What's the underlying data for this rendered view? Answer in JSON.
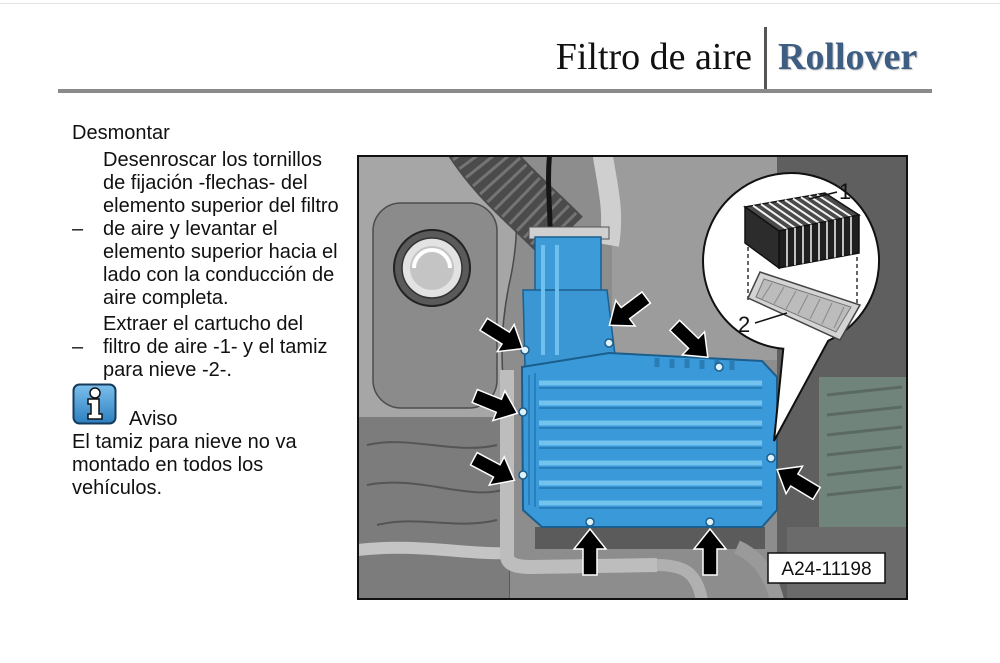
{
  "header": {
    "title": "Filtro de aire",
    "brand": "Rollover"
  },
  "content": {
    "section_title": "Desmontar",
    "steps": [
      {
        "bullet": "–",
        "lines": [
          "Desenroscar los tornillos",
          "de fijación -flechas- del",
          "elemento superior del filtro",
          "de aire y levantar el",
          "elemento superior hacia el",
          "lado con la conducción de",
          "aire completa."
        ]
      },
      {
        "bullet": "–",
        "lines": [
          "Extraer el cartucho del",
          "filtro de aire -1- y el tamiz",
          "para nieve -2-."
        ]
      }
    ],
    "note": {
      "icon": "info-icon",
      "label": "Aviso",
      "lines": [
        "El tamiz para nieve no va",
        "montado en todos los",
        "vehículos."
      ]
    }
  },
  "figure": {
    "reference": "A24-11198",
    "callouts": [
      "1",
      "2"
    ]
  },
  "colors": {
    "brand": "#3d5d82",
    "rule": "#8a8a8a",
    "component_highlight": "#3a9ad9",
    "arrows": "#000000"
  }
}
